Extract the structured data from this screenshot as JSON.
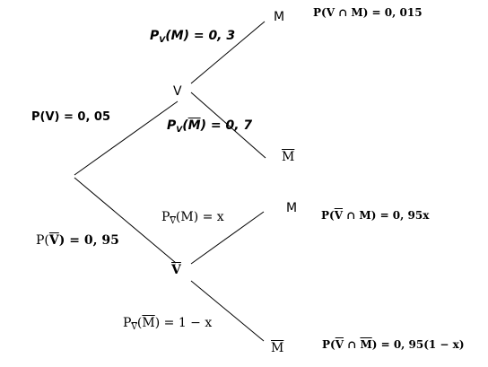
{
  "tree": {
    "nodes": {
      "v": "V",
      "m_top": "M",
      "mbar_top": "M",
      "vbar": "V",
      "m_bottom": "M",
      "mbar_bottom": "M"
    },
    "edges": {
      "p_v": "P(V) = 0, 05",
      "p_vbar_prefix": "P(",
      "p_vbar_var": "V",
      "p_vbar_suffix": ") = 0, 95",
      "pv_m_p": "P",
      "pv_m_sub": "V",
      "pv_m_rest": "(M) = 0, 3",
      "pv_mbar_p": "P",
      "pv_mbar_sub": "V",
      "pv_mbar_open": "(",
      "pv_mbar_var": "M",
      "pv_mbar_rest": ") = 0, 7",
      "pvbar_m_p": "P",
      "pvbar_m_sub": "V",
      "pvbar_m_rest": "(M) = x",
      "pvbar_mbar_p": "P",
      "pvbar_mbar_sub": "V",
      "pvbar_mbar_open": "(",
      "pvbar_mbar_var": "M",
      "pvbar_mbar_rest": ") = 1 − x"
    },
    "results": {
      "v_m": "P(V ∩ M) = 0, 015",
      "vbar_m_prefix": "P(",
      "vbar_m_var": "V",
      "vbar_m_suffix": " ∩ M) = 0, 95x",
      "vbar_mbar_prefix": "P(",
      "vbar_mbar_var1": "V",
      "vbar_mbar_mid": " ∩ ",
      "vbar_mbar_var2": "M",
      "vbar_mbar_suffix": ") = 0, 95(1 − x)"
    }
  }
}
